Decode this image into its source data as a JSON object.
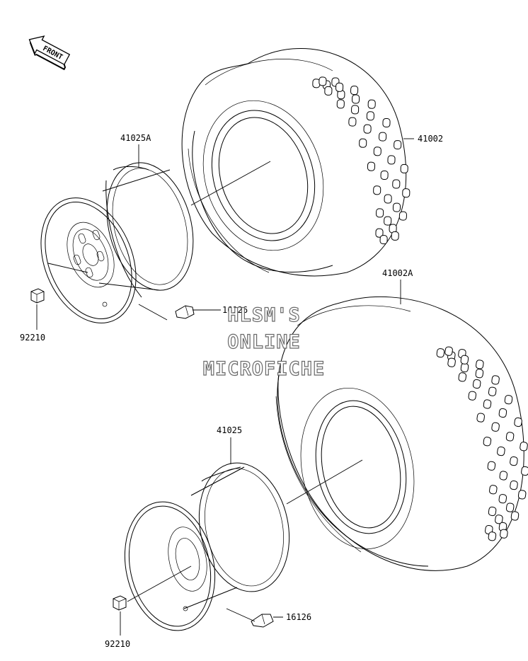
{
  "front_arrow": {
    "label": "FRONT"
  },
  "labels": {
    "rim_front": "41025A",
    "tire_front": "41002",
    "tire_rear": "41002A",
    "nut_front": "92210",
    "valve_front": "16126",
    "rim_rear": "41025",
    "nut_rear": "92210",
    "valve_rear": "16126"
  },
  "watermark": {
    "line1": "HLSM'S",
    "line2": "ONLINE",
    "line3": "MICROFICHE"
  }
}
